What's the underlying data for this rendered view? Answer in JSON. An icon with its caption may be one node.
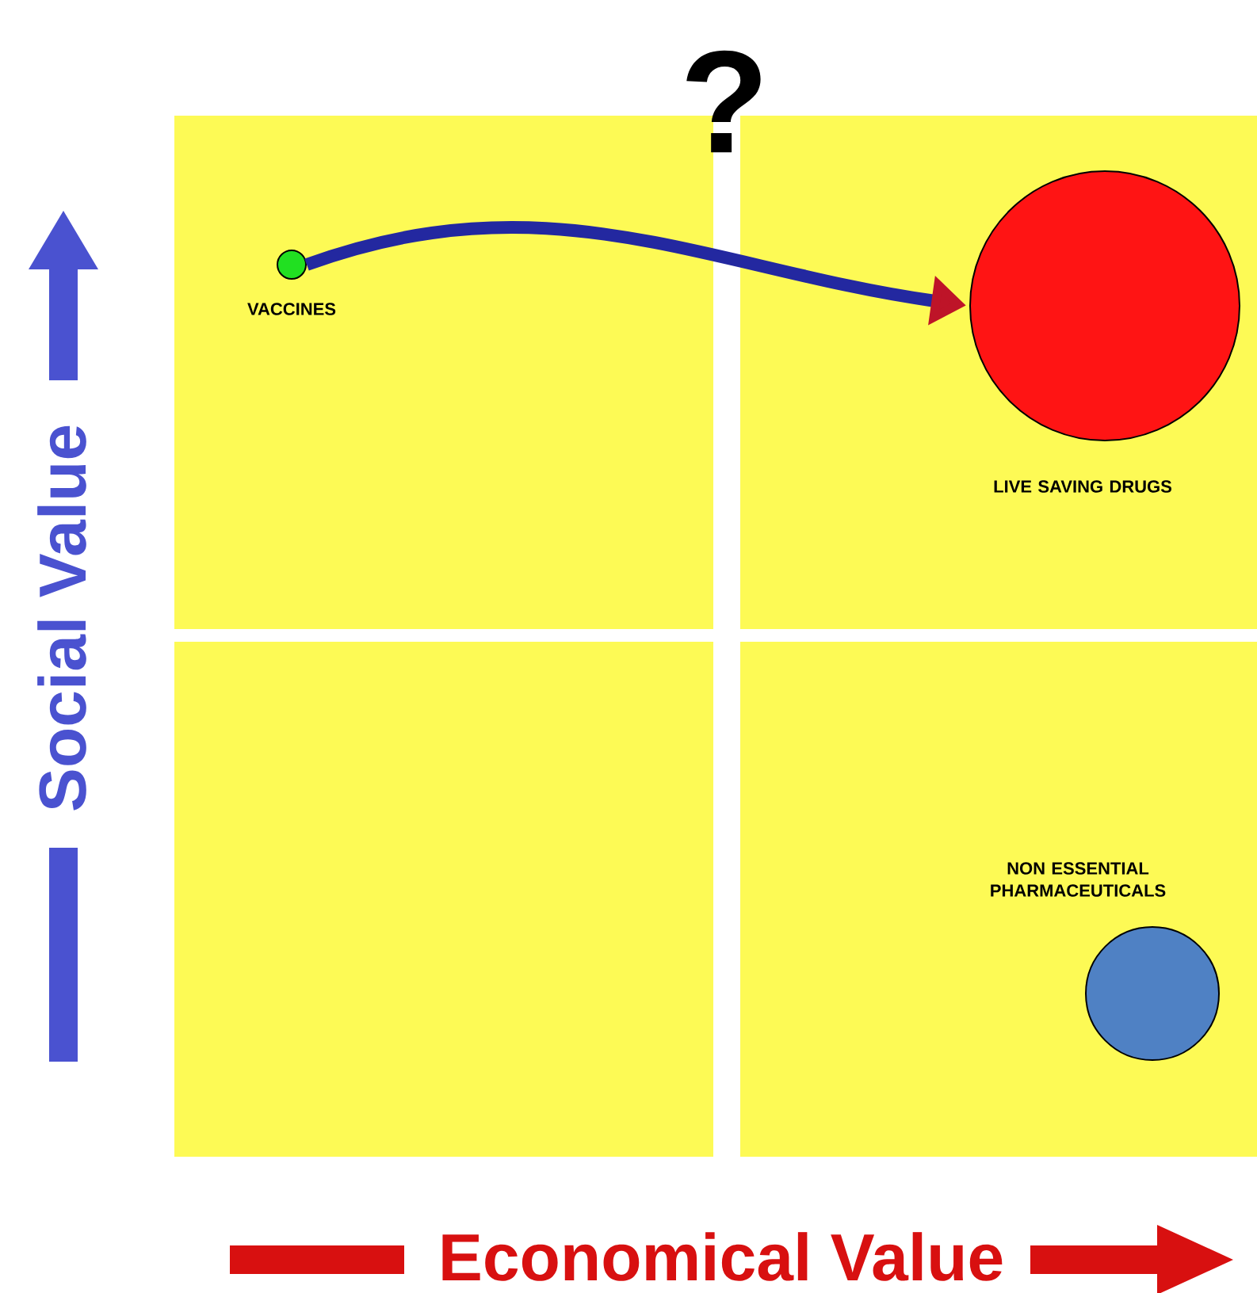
{
  "diagram": {
    "nodes": [
      {
        "text": [],
        "shape": "box"
      },
      {
        "text": [],
        "shape": "box"
      },
      {
        "text": [],
        "shape": "box"
      },
      {
        "text": [],
        "shape": "box"
      },
      {
        "text": [],
        "shape": "circle",
        "in": 0,
        "beside": [
          "VACCINES"
        ]
      },
      {
        "text": [],
        "shape": "circle",
        "in": 1,
        "beside": [
          "LIVE SAVING DRUGS"
        ]
      },
      {
        "text": [],
        "shape": "circle",
        "in": 3,
        "beside": [
          "NON ESSENTIAL PHARMACEUTICALS"
        ]
      }
    ],
    "edges": [
      {
        "from": 4,
        "to": 5,
        "arrow": "to",
        "label": "?"
      }
    ],
    "labels": [
      "Social Value",
      "Economical Value"
    ]
  }
}
